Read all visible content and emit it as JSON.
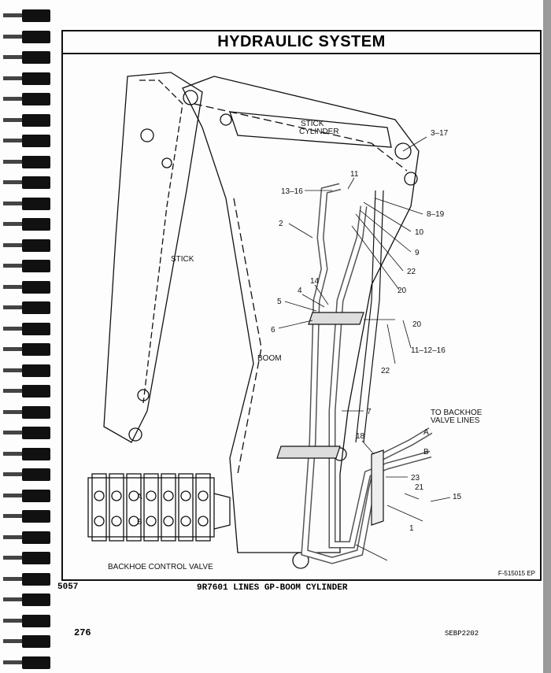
{
  "title": "HYDRAULIC SYSTEM",
  "figure_ref": "F-515015 EP",
  "group_number": "5057",
  "caption": "9R7601 LINES GP-BOOM CYLINDER",
  "page_number": "276",
  "doc_code": "SEBP2202",
  "diagram_labels": {
    "stick_cylinder_1": "STICK",
    "stick_cylinder_2": "CYLINDER",
    "stick": "STICK",
    "boom": "BOOM",
    "to_backhoe_1": "TO BACKHOE",
    "to_backhoe_2": "VALVE LINES",
    "control_valve": "BACKHOE CONTROL VALVE",
    "port_a": "A",
    "port_b": "B",
    "valve_a": "A",
    "valve_b": "B"
  },
  "callouts": [
    "3–17",
    "11",
    "13–16",
    "8–19",
    "10",
    "2",
    "9",
    "22",
    "20",
    "14",
    "4",
    "5",
    "6",
    "20",
    "22",
    "11–12–16",
    "7",
    "18",
    "23",
    "21",
    "15",
    "1"
  ]
}
